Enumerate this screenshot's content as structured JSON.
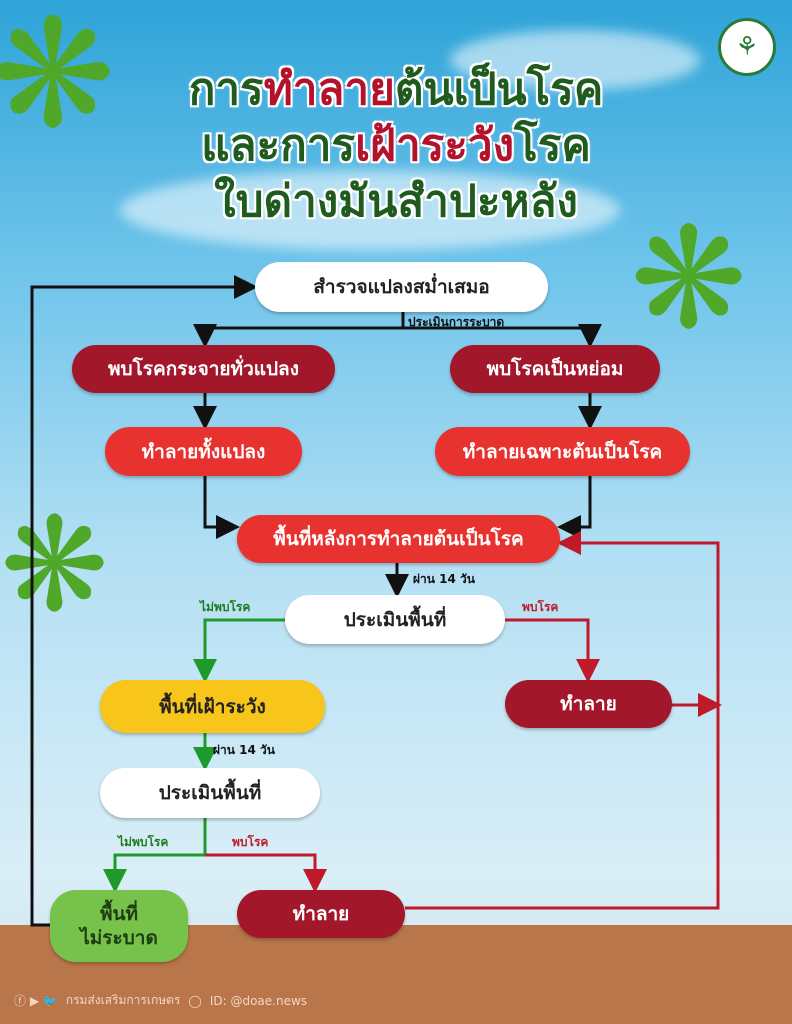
{
  "title": {
    "line1_a": "การ",
    "line1_b": "ทำลาย",
    "line1_c": "ต้นเป็นโรค",
    "line2_a": "และการ",
    "line2_b": "เฝ้าระวัง",
    "line2_c": "โรค",
    "line3": "ใบด่างมันสำปะหลัง"
  },
  "nodes": {
    "survey": "สำรวจแปลงสม่ำเสมอ",
    "assess_spread": "ประเมินการระบาด",
    "widespread": "พบโรคกระจายทั่วแปลง",
    "patchy": "พบโรคเป็นหย่อม",
    "destroy_all": "ทำลายทั้งแปลง",
    "destroy_some": "ทำลายเฉพาะต้นเป็นโรค",
    "after_destroy": "พื้นที่หลังการทำลายต้นเป็นโรค",
    "wait1": "ผ่าน 14 วัน",
    "assess1": "ประเมินพื้นที่",
    "notfound1": "ไม่พบโรค",
    "found1": "พบโรค",
    "destroy1": "ทำลาย",
    "watch": "พื้นที่เฝ้าระวัง",
    "wait2": "ผ่าน 14 วัน",
    "assess2": "ประเมินพื้นที่",
    "notfound2": "ไม่พบโรค",
    "found2": "พบโรค",
    "destroy2": "ทำลาย",
    "clear_1": "พื้นที่",
    "clear_2": "ไม่ระบาด"
  },
  "footer": {
    "org": "กรมส่งเสริมการเกษตร",
    "line_id": "ID: @doae.news"
  },
  "colors": {
    "dark_red": "#a3172b",
    "red": "#e8322f",
    "yellow": "#f8c51b",
    "green": "#77c24a",
    "title_green": "#1f5a1f"
  }
}
